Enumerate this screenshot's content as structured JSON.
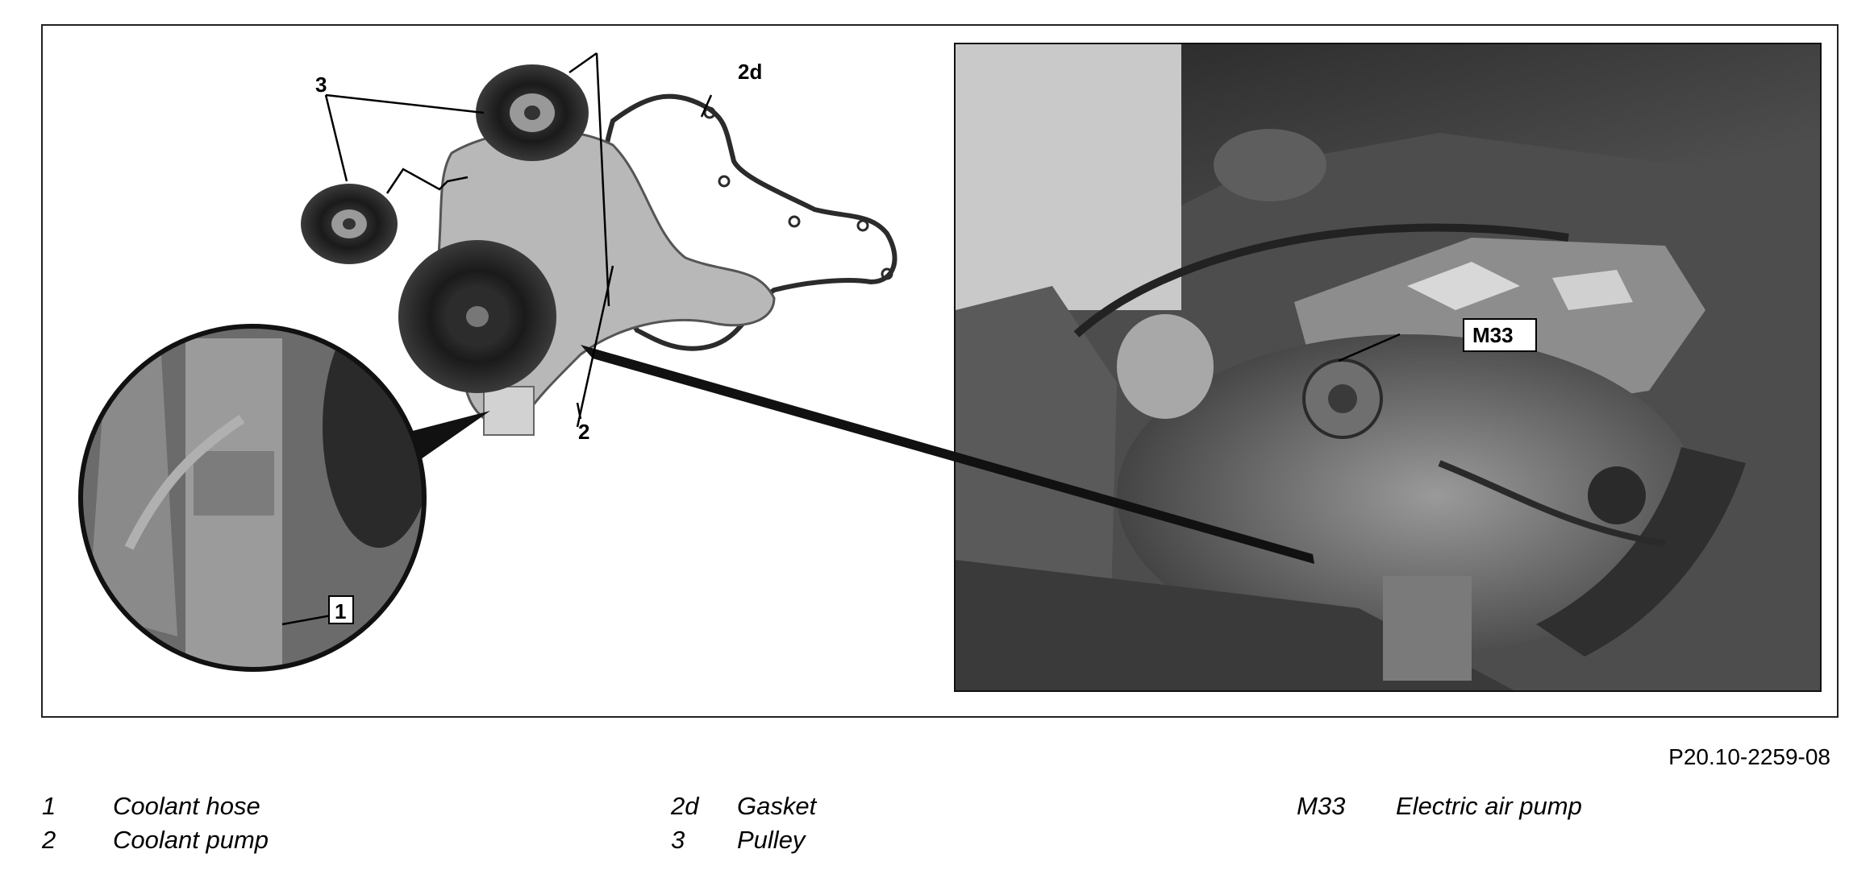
{
  "diagram": {
    "callouts": {
      "pulley": "3",
      "gasket": "2d",
      "coolant_pump": "2",
      "coolant_hose": "1",
      "air_pump": "M33"
    },
    "reference_code": "P20.10-2259-08"
  },
  "legend": {
    "column1": [
      {
        "key": "1",
        "text": "Coolant hose"
      },
      {
        "key": "2",
        "text": "Coolant pump"
      }
    ],
    "column2": [
      {
        "key": "2d",
        "text": "Gasket"
      },
      {
        "key": "3",
        "text": "Pulley"
      }
    ],
    "column3": [
      {
        "key": "M33",
        "text": "Electric air pump"
      }
    ]
  },
  "colors": {
    "photo_dark": "#3a3a3a",
    "photo_mid": "#8a8a8a",
    "part_metal": "#b5b5b5",
    "pulley_dark": "#1f1f1f"
  }
}
